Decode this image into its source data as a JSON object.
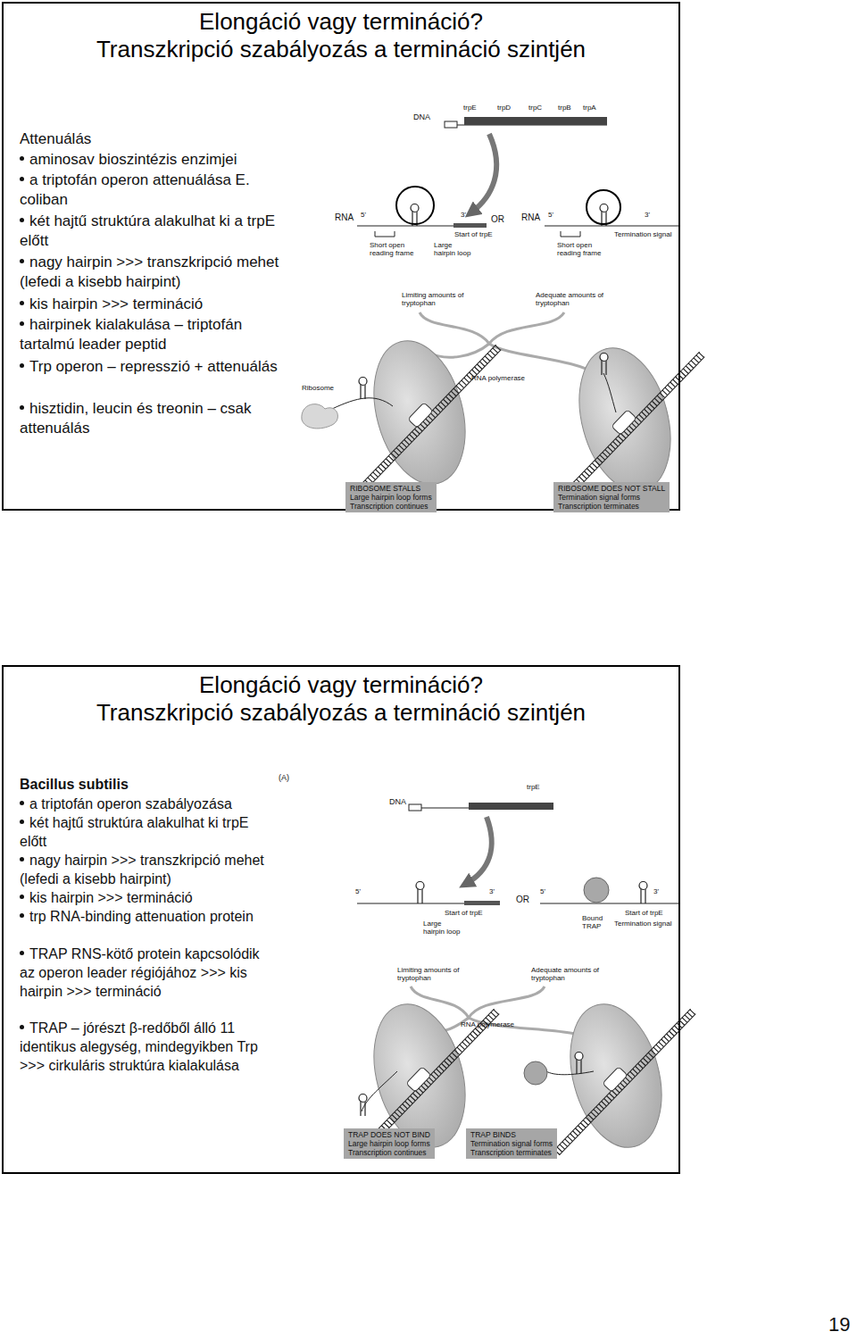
{
  "diagram": {
    "nodes": [
      {
        "text": [
          "Elongáció vagy termináció?",
          "Transzkripció szabályozás a termináció szintjén"
        ]
      },
      {
        "text": [
          "RIBOSOME STALLS",
          "Large hairpin loop forms",
          "Transcription continues"
        ],
        "in": 0
      },
      {
        "text": [
          "RIBOSOME DOES NOT STALL",
          "Termination signal forms",
          "Transcription terminates"
        ],
        "in": 0
      },
      {
        "text": [
          "Elongáció vagy termináció?",
          "Transzkripció szabályozás a termináció szintjén"
        ]
      },
      {
        "text": [
          "TRAP DOES NOT BIND",
          "Large hairpin loop forms",
          "Transcription continues"
        ],
        "in": 3
      },
      {
        "text": [
          "TRAP BINDS",
          "Termination signal forms",
          "Transcription terminates"
        ],
        "in": 3
      }
    ],
    "labels": [
      "Attenuálás",
      "aminosav bioszintézis enzimjei",
      "a triptofán operon attenuálása E. coliban",
      "két hajtű struktúra alakulhat ki a trpE előtt",
      "nagy hairpin >>> transzkripció mehet (lefedi a kisebb hairpint)",
      "kis hairpin >>> termináció",
      "hairpinek kialakulása – triptofán tartalmú leader peptid",
      "Trp operon – represszió + attenuálás",
      "hisztidin, leucin és treonin – csak attenuálás",
      "DNA",
      "trpE",
      "trpD",
      "trpC",
      "trpB",
      "trpA",
      "RNA",
      "5'",
      "3'",
      "Short open reading frame",
      "Large hairpin loop",
      "Start of trpE",
      "OR",
      "RNA",
      "5'",
      "3'",
      "Short open reading frame",
      "Termination signal",
      "Limiting amounts of tryptophan",
      "Adequate amounts of tryptophan",
      "Ribosome",
      "RNA polymerase",
      "Bacillus subtilis",
      "a triptofán operon szabályozása",
      "két hajtű struktúra alakulhat ki trpE előtt",
      "nagy hairpin >>> transzkripció mehet (lefedi a kisebb hairpint)",
      "kis hairpin >>> termináció",
      "trp RNA-binding attenuation protein",
      "TRAP RNS-kötő protein kapcsolódik az operon leader régiójához >>> kis hairpin >>> termináció",
      "TRAP – jórészt β-redőből álló 11 identikus alegység, mindegyikben Trp >>> cirkuláris struktúra kialakulása",
      "(A)",
      "DNA",
      "trpE",
      "5'",
      "3'",
      "OR",
      "5'",
      "3'",
      "Start of trpE",
      "Large hairpin loop",
      "Bound TRAP",
      "Start of trpE",
      "Termination signal",
      "Limiting amounts of tryptophan",
      "Adequate amounts of tryptophan",
      "RNA polymerase",
      "19"
    ]
  }
}
